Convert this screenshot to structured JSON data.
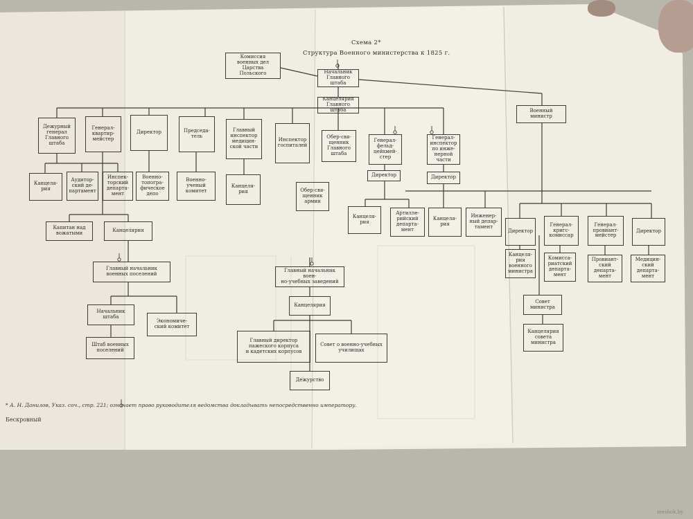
{
  "header": {
    "scheme_label": "Схема 2*",
    "title": "Структура Военного министерства к 1825 г."
  },
  "boxes": {
    "commission": "Комиссия\nвоенных дел\nЦарства\nПольского",
    "chief_staff": "Начальник\nГлавного штаба",
    "chancellery_staff": "Канцелярия\nГлавного штаба",
    "minister": "Военный министр",
    "duty_general": "Дежурный\nгенерал\nГлавного\nштаба",
    "quartermaster": "Генерал-\nквартир-\nмейстер",
    "director_topo": "Директор",
    "chairman": "Председа-\nтель",
    "med_inspector": "Главный\nинспектор\nмедицин-\nской части",
    "hosp_inspector": "Инспектор\nгоспиталей",
    "ober_chief_staff": "Обер-свя-\nщенник\nГлавного\nштаба",
    "feldzeugmeister": "Генерал-\nфельд-\nцейхмей-\nстер",
    "eng_inspector": "Генерал-\nинспектор\nпо инже-\nнерной\nчасти",
    "canc_duty": "Канцеля-\nрия",
    "auditor": "Аудитор-\nский де-\nпартамент",
    "inspector_dept": "Инспек-\nторский\nдепарта-\nмент",
    "topo_depot": "Военно-\nтопогра-\nфическое\nдепо",
    "sci_committee": "Военно-\nученый\nкомитет",
    "canc_med": "Канцеля-\nрия",
    "ober_army": "Обер-свя-\nщенник\nармии",
    "dir_art": "Директор",
    "dir_eng": "Директор",
    "canc_art": "Канцеля-\nрия",
    "art_dept": "Артилле-\nрийский\nдепарта-\nмент",
    "canc_eng": "Канцеля-\nрия",
    "eng_dept": "Инженер-\nный депар-\nтамент",
    "captain": "Капитан над\nвожатыми",
    "canc_q": "Канцелярия",
    "settlements": "Главный начальник\nвоенных поселений",
    "chief_of_staff": "Начальник\nштаба",
    "econ_committee": "Экономиче-\nский комитет",
    "staff_settlements": "Штаб военных\nпоселений",
    "edu_chief": "Главный начальник воен-\nно-учебных заведений",
    "canc_edu": "Канцелярия",
    "page_director": "Главный директор\nпажеского корпуса\nи кадетских корпусов",
    "edu_council": "Совет о военно-учебных\nучилищах",
    "duty_office": "Дежурство",
    "dir_min": "Директор",
    "gen_kriegs": "Генерал-\nкригс-\nкомиссар",
    "gen_proviant": "Генерал-\nпровиант-\nмейстер",
    "dir_med": "Директор",
    "canc_min": "Канцеля-\nрия\nвоенного\nминистра",
    "comm_dept": "Комисса-\nриатский\nдепарта-\nмент",
    "prov_dept": "Провиант-\nский\nдепарта-\nмент",
    "med_dept": "Медицин-\nский\nдепарта-\nмент",
    "council_min": "Совет\nминистра",
    "canc_council": "Канцелярия\nсовета\nминистра"
  },
  "footnote": "* А. Н. Данилов, Указ. соч., стр. 221;   означает право руководителя ведомства докладывать непосредственно императору.",
  "author": "Бескровный",
  "watermark": "meshok.by",
  "colors": {
    "paper": "#f0ede3",
    "ink": "#3d3a36",
    "table": "#b9b6ad"
  }
}
